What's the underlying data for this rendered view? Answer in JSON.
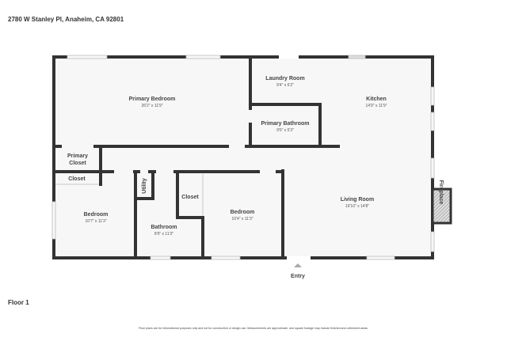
{
  "address": "2780 W Stanley Pl, Anaheim, CA 92801",
  "floor_label": "Floor 1",
  "disclaimer": "Floor plans are for informational purposes only and not for construction or design use. Measurements are approximate, and square footage may include finished and unfinished areas.",
  "colors": {
    "wall": "#333333",
    "floor": "#f7f7f7",
    "window": "#cfcfcf"
  },
  "rooms": {
    "primary_bedroom": {
      "name": "Primary Bedroom",
      "dims": "26'2\" x 11'9\""
    },
    "laundry": {
      "name": "Laundry Room",
      "dims": "9'4\" x 6'2\""
    },
    "kitchen": {
      "name": "Kitchen",
      "dims": "14'9\" x 11'9\""
    },
    "primary_bathroom": {
      "name": "Primary Bathroom",
      "dims": "9'0\" x 5'3\""
    },
    "primary_closet": {
      "name1": "Primary",
      "name2": "Closet"
    },
    "closet1": {
      "name": "Closet"
    },
    "utility": {
      "name": "Utility"
    },
    "closet2": {
      "name": "Closet"
    },
    "bedroom1": {
      "name": "Bedroom",
      "dims": "10'7\" x 11'3\""
    },
    "bathroom": {
      "name": "Bathroom",
      "dims": "8'9\" x 11'3\""
    },
    "bedroom2": {
      "name": "Bedroom",
      "dims": "10'4\" x 11'3\""
    },
    "living": {
      "name": "Living Room",
      "dims": "19'10\" x 14'8\""
    },
    "fireplace": {
      "name": "Fireplace"
    },
    "entry": {
      "name": "Entry"
    }
  }
}
